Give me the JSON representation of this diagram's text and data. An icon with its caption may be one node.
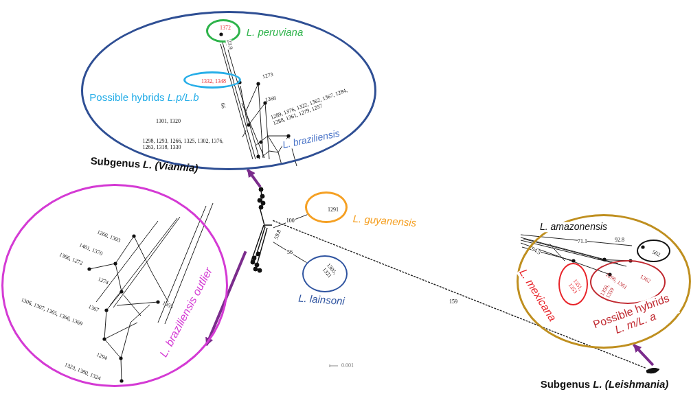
{
  "diagram": {
    "nodes": [
      {
        "text": [
          "L. braziliensis"
        ]
      },
      {
        "text": [
          "1372"
        ],
        "in": 0,
        "beside": [
          "L. peruviana"
        ]
      },
      {
        "text": [
          "1332, 1348"
        ],
        "in": 0,
        "beside": [
          "Possible hybrids *L.p/L.b*"
        ]
      },
      {
        "text": [
          "L. braziliensis outlier"
        ]
      },
      {
        "text": [
          "1291"
        ],
        "beside": [
          "L. guyanensis"
        ]
      },
      {
        "text": [
          "1305, 1321"
        ],
        "beside": [
          "L. lainsoni"
        ]
      },
      {
        "text": [
          "L. amazonensis"
        ]
      },
      {
        "text": [
          "502"
        ],
        "in": 6
      },
      {
        "text": [
          "1351, 1353"
        ],
        "in": 6,
        "beside": [
          "L. mexicana"
        ]
      },
      {
        "text": [
          "1296, 1361",
          "1358, 1359",
          "1362"
        ],
        "in": 6,
        "beside": [
          "Possible hybrids *L. m/L. a*"
        ]
      },
      {
        "text": [],
        "shape": "circle"
      },
      {
        "text": [],
        "shape": "circle"
      }
    ],
    "edges": [
      {
        "from": 10,
        "to": 4,
        "arrow": "none",
        "label": "100"
      },
      {
        "from": 10,
        "to": 5,
        "arrow": "none",
        "label": "56"
      },
      {
        "from": 10,
        "to": 11,
        "arrow": "none",
        "label": "159",
        "style": "dashed"
      },
      {
        "from": 10,
        "to": 0,
        "arrow": "to",
        "style": "thick",
        "color": "#7b2c8c"
      },
      {
        "from": 10,
        "to": 3,
        "arrow": "to",
        "style": "thick",
        "color": "#7b2c8c"
      },
      {
        "from": 11,
        "to": 6,
        "arrow": "to",
        "style": "thick",
        "color": "#7b2c8c"
      }
    ],
    "labels": [
      "Subgenus *L. (Viannia)*",
      "1273",
      "1368",
      "1301, 1320",
      "1289, 1376, 1322, 1362, 1367, 1284, 1288, 1361, 1279, 1257",
      "1298, 1293, 1266, 1325, 1302, 1376, 1263, 1318, 1330",
      "23.9",
      "66",
      "1260, 1393",
      "1401, 1370",
      "1366, 1272",
      "1274",
      "1367",
      "1355",
      "1306, 1307, 1365, 1366, 1369",
      "1294",
      "1323, 1380, 1324",
      "59.8",
      "71.1",
      "92.8",
      "94.5",
      "0.001",
      "Subgenus *L. (Leishmania)*"
    ]
  }
}
